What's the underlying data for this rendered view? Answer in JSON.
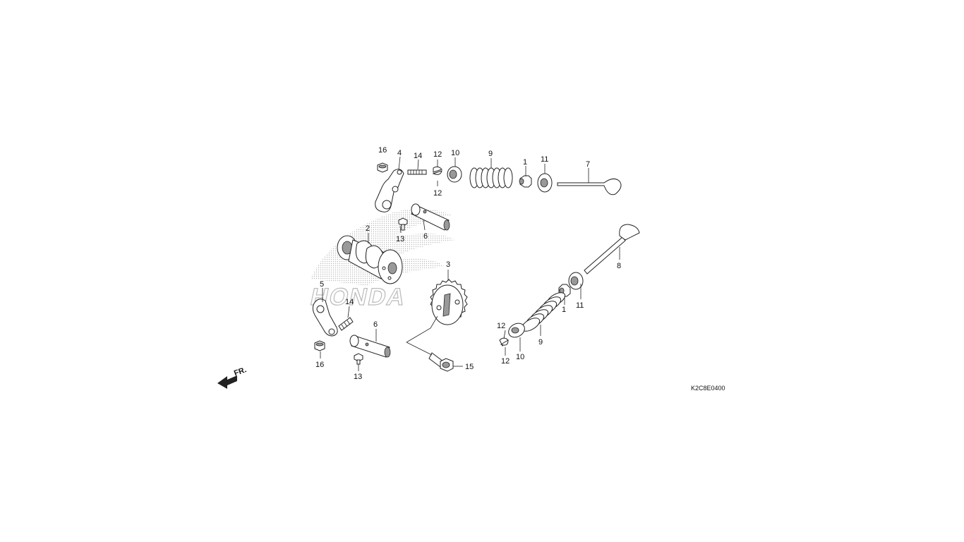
{
  "diagram": {
    "code": "K2C8E0400",
    "front_indicator": "FR.",
    "watermark": "HONDA",
    "callouts": [
      {
        "id": "c16a",
        "label": "16"
      },
      {
        "id": "c4",
        "label": "4"
      },
      {
        "id": "c14a",
        "label": "14"
      },
      {
        "id": "c12a",
        "label": "12"
      },
      {
        "id": "c12b",
        "label": "12"
      },
      {
        "id": "c10a",
        "label": "10"
      },
      {
        "id": "c9a",
        "label": "9"
      },
      {
        "id": "c1a",
        "label": "1"
      },
      {
        "id": "c11a",
        "label": "11"
      },
      {
        "id": "c7",
        "label": "7"
      },
      {
        "id": "c2",
        "label": "2"
      },
      {
        "id": "c13a",
        "label": "13"
      },
      {
        "id": "c6a",
        "label": "6"
      },
      {
        "id": "c3",
        "label": "3"
      },
      {
        "id": "c8",
        "label": "8"
      },
      {
        "id": "c5",
        "label": "5"
      },
      {
        "id": "c14b",
        "label": "14"
      },
      {
        "id": "c6b",
        "label": "6"
      },
      {
        "id": "c16b",
        "label": "16"
      },
      {
        "id": "c13b",
        "label": "13"
      },
      {
        "id": "c15",
        "label": "15"
      },
      {
        "id": "c1b",
        "label": "1"
      },
      {
        "id": "c11b",
        "label": "11"
      },
      {
        "id": "c12c",
        "label": "12"
      },
      {
        "id": "c12d",
        "label": "12"
      },
      {
        "id": "c10b",
        "label": "10"
      },
      {
        "id": "c9b",
        "label": "9"
      }
    ]
  }
}
